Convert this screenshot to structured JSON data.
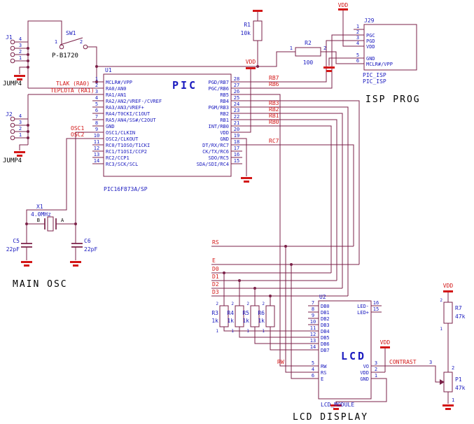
{
  "colors": {
    "wire": "#7b2148",
    "blue": "#1a1abf",
    "red": "#d31717",
    "black": "#000000"
  },
  "captions": {
    "isp": "ISP PROG",
    "osc": "MAIN OSC",
    "lcd": "LCD DISPLAY"
  },
  "power": {
    "vdd": "VDD"
  },
  "j1": {
    "ref": "J1",
    "part": "JUMP4",
    "pins": [
      "4",
      "3",
      "2",
      "1"
    ]
  },
  "j2": {
    "ref": "J2",
    "part": "JUMP4",
    "pins": [
      "4",
      "3",
      "2",
      "1"
    ]
  },
  "sw1": {
    "ref": "SW1",
    "part": "P-B1720",
    "pins": [
      "1",
      "2"
    ]
  },
  "r1": {
    "ref": "R1",
    "value": "10k"
  },
  "r2": {
    "ref": "R2",
    "value": "100",
    "pins": [
      "1",
      "2"
    ]
  },
  "r3": {
    "ref": "R3",
    "value": "1k",
    "pins": [
      "2",
      "1"
    ]
  },
  "r4": {
    "ref": "R4",
    "value": "1k",
    "pins": [
      "2",
      "1"
    ]
  },
  "r5": {
    "ref": "R5",
    "value": "1k",
    "pins": [
      "2",
      "1"
    ]
  },
  "r6": {
    "ref": "R6",
    "value": "1k",
    "pins": [
      "2",
      "1"
    ]
  },
  "r7": {
    "ref": "R7",
    "value": "47k",
    "pins": [
      "2",
      "1"
    ]
  },
  "p1": {
    "ref": "P1",
    "value": "47k",
    "pin_top": "2",
    "pin_bottom": "1",
    "pin_wiper": "3"
  },
  "x1": {
    "ref": "X1",
    "value": "4.0MHz",
    "pin_left": "B",
    "pin_right": "A"
  },
  "c5": {
    "ref": "C5",
    "value": "22pF"
  },
  "c6": {
    "ref": "C6",
    "value": "22pF"
  },
  "u1": {
    "ref": "U1",
    "title": "PIC",
    "part": "PIC16F873A/SP",
    "left_pins": [
      {
        "num": "1",
        "name": "MCLR#/VPP"
      },
      {
        "num": "2",
        "name": "RA0/AN0"
      },
      {
        "num": "3",
        "name": "RA1/AN1"
      },
      {
        "num": "4",
        "name": "RA2/AN2/VREF-/CVREF"
      },
      {
        "num": "5",
        "name": "RA3/AN3/VREF+"
      },
      {
        "num": "6",
        "name": "RA4/T0CKI/C1OUT"
      },
      {
        "num": "7",
        "name": "RA5/AN4/SS#/C2OUT"
      },
      {
        "num": "8",
        "name": "GND"
      },
      {
        "num": "9",
        "name": "OSC1/CLKIN"
      },
      {
        "num": "10",
        "name": "OSC2/CLKOUT"
      },
      {
        "num": "11",
        "name": "RC0/T1OSO/T1CKI"
      },
      {
        "num": "12",
        "name": "RC1/T1OSI/CCP2"
      },
      {
        "num": "13",
        "name": "RC2/CCP1"
      },
      {
        "num": "14",
        "name": "RC3/SCK/SCL"
      }
    ],
    "right_pins": [
      {
        "num": "28",
        "name": "PGD/RB7"
      },
      {
        "num": "27",
        "name": "PGC/RB6"
      },
      {
        "num": "26",
        "name": "RB5"
      },
      {
        "num": "25",
        "name": "RB4"
      },
      {
        "num": "24",
        "name": "PGM/RB3"
      },
      {
        "num": "23",
        "name": "RB2"
      },
      {
        "num": "22",
        "name": "RB1"
      },
      {
        "num": "21",
        "name": "INT/RB0"
      },
      {
        "num": "20",
        "name": "VDD"
      },
      {
        "num": "19",
        "name": "GND"
      },
      {
        "num": "18",
        "name": "DT/RX/RC7"
      },
      {
        "num": "17",
        "name": "CK/TX/RC6"
      },
      {
        "num": "16",
        "name": "SDO/RC5"
      },
      {
        "num": "15",
        "name": "SDA/SDI/RC4"
      }
    ]
  },
  "u2": {
    "ref": "U2",
    "title": "LCD",
    "part": "LCD_MODULE",
    "left_pins": [
      {
        "num": "7",
        "name": "DB0"
      },
      {
        "num": "8",
        "name": "DB1"
      },
      {
        "num": "9",
        "name": "DB2"
      },
      {
        "num": "10",
        "name": "DB3"
      },
      {
        "num": "11",
        "name": "DB4"
      },
      {
        "num": "12",
        "name": "DB5"
      },
      {
        "num": "13",
        "name": "DB6"
      },
      {
        "num": "14",
        "name": "DB7"
      },
      {
        "num": "5",
        "name": "RW"
      },
      {
        "num": "4",
        "name": "RS"
      },
      {
        "num": "6",
        "name": "E"
      }
    ],
    "right_pins": [
      {
        "num": "16",
        "name": "LED-"
      },
      {
        "num": "15",
        "name": "LED+"
      },
      {
        "num": "3",
        "name": "VO"
      },
      {
        "num": "2",
        "name": "VDD"
      },
      {
        "num": "1",
        "name": "GND"
      }
    ]
  },
  "j29": {
    "ref": "J29",
    "name1": "PIC_ISP",
    "name2": "PIC_ISP",
    "pins": [
      {
        "num": "1",
        "name": ""
      },
      {
        "num": "2",
        "name": "PGC"
      },
      {
        "num": "3",
        "name": "PGD"
      },
      {
        "num": "4",
        "name": "VDD"
      },
      {
        "num": "5",
        "name": "GND"
      },
      {
        "num": "6",
        "name": "MCLR#/VPP"
      }
    ]
  },
  "nets": {
    "tlak": "TLAK (RA0)",
    "teplota": "TEPLOTA (RA1)",
    "osc1": "OSC1",
    "osc2": "OSC2",
    "rb7": "RB7",
    "rb6": "RB6",
    "rb3": "RB3",
    "rb2": "RB2",
    "rb1": "RB1",
    "rb0": "RB0",
    "rc7": "RC7",
    "rs": "RS",
    "e": "E",
    "d0": "D0",
    "d1": "D1",
    "d2": "D2",
    "d3": "D3",
    "rw": "RW",
    "contrast": "CONTRAST"
  }
}
